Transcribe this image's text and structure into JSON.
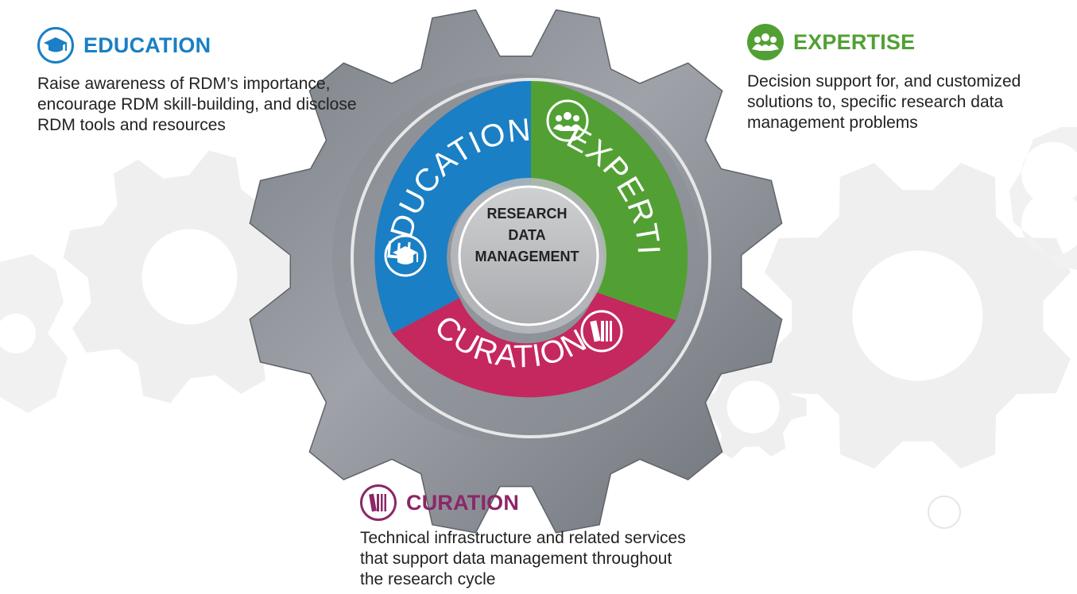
{
  "center": {
    "lines": [
      "RESEARCH",
      "DATA",
      "MANAGEMENT"
    ]
  },
  "segments": {
    "education": {
      "label": "EDUCATION",
      "color": "#1a7fc4"
    },
    "expertise": {
      "label": "EXPERTISE",
      "color": "#52a034"
    },
    "curation": {
      "label": "CURATION",
      "color": "#c4285e"
    }
  },
  "panels": {
    "education": {
      "title": "EDUCATION",
      "desc": "Raise awareness of RDM’s importance, encourage RDM skill-building, and disclose RDM tools and resources",
      "color": "#1a7fc4"
    },
    "expertise": {
      "title": "EXPERTISE",
      "desc": "Decision support for, and customized solutions to, specific research data management problems",
      "color": "#52a034"
    },
    "curation": {
      "title": "CURATION",
      "desc": "Technical infrastructure and related services that support data management throughout the research cycle",
      "color": "#8b2767"
    }
  },
  "icons": {
    "education": "graduation-cap",
    "expertise": "people-group",
    "curation": "books"
  }
}
